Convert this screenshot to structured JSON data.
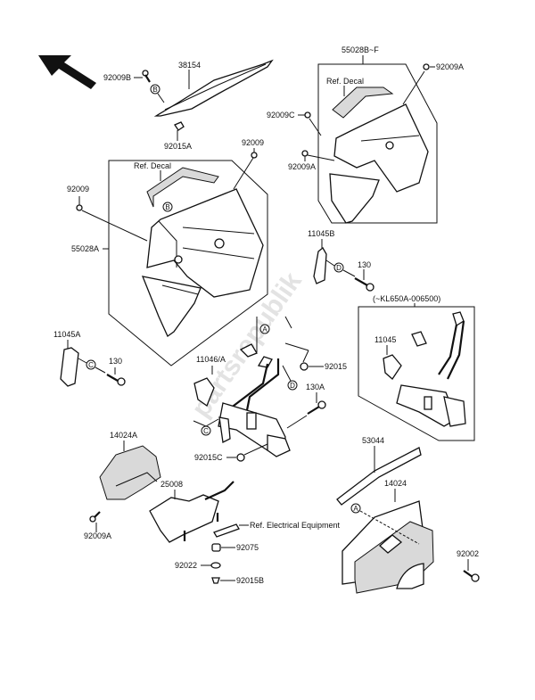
{
  "diagram": {
    "title": "Cowling Lowers exploded parts diagram",
    "watermark": "partsrepublik",
    "direction_arrow": "front-direction-arrow",
    "part_labels": {
      "p38154": "38154",
      "p92009B": "92009B",
      "p92015A": "92015A",
      "p92009_top": "92009",
      "p92009_left": "92009",
      "p55028A": "55028A",
      "p55028B": "55028B~F",
      "p92009A_top": "92009A",
      "p92009C": "92009C",
      "p92009A_mid": "92009A",
      "p11045B": "11045B",
      "p130_right": "130",
      "p11045A": "11045A",
      "p130_left": "130",
      "p11046A": "11046/A",
      "p92015": "92015",
      "p130A": "130A",
      "p92015C": "92015C",
      "p11045": "11045",
      "p53044": "53044",
      "p14024A": "14024A",
      "p25008": "25008",
      "p92009A_bottom": "92009A",
      "p92075": "92075",
      "p92022": "92022",
      "p92015B": "92015B",
      "p14024": "14024",
      "p92002": "92002"
    },
    "notes": {
      "ref_decal_left": "Ref. Decal",
      "ref_decal_right": "Ref. Decal",
      "ref_electrical": "Ref. Electrical Equipment",
      "serial_range": "(~KL650A-006500)"
    },
    "callouts": {
      "A": "A",
      "B": "B",
      "C": "C",
      "D": "D"
    }
  }
}
